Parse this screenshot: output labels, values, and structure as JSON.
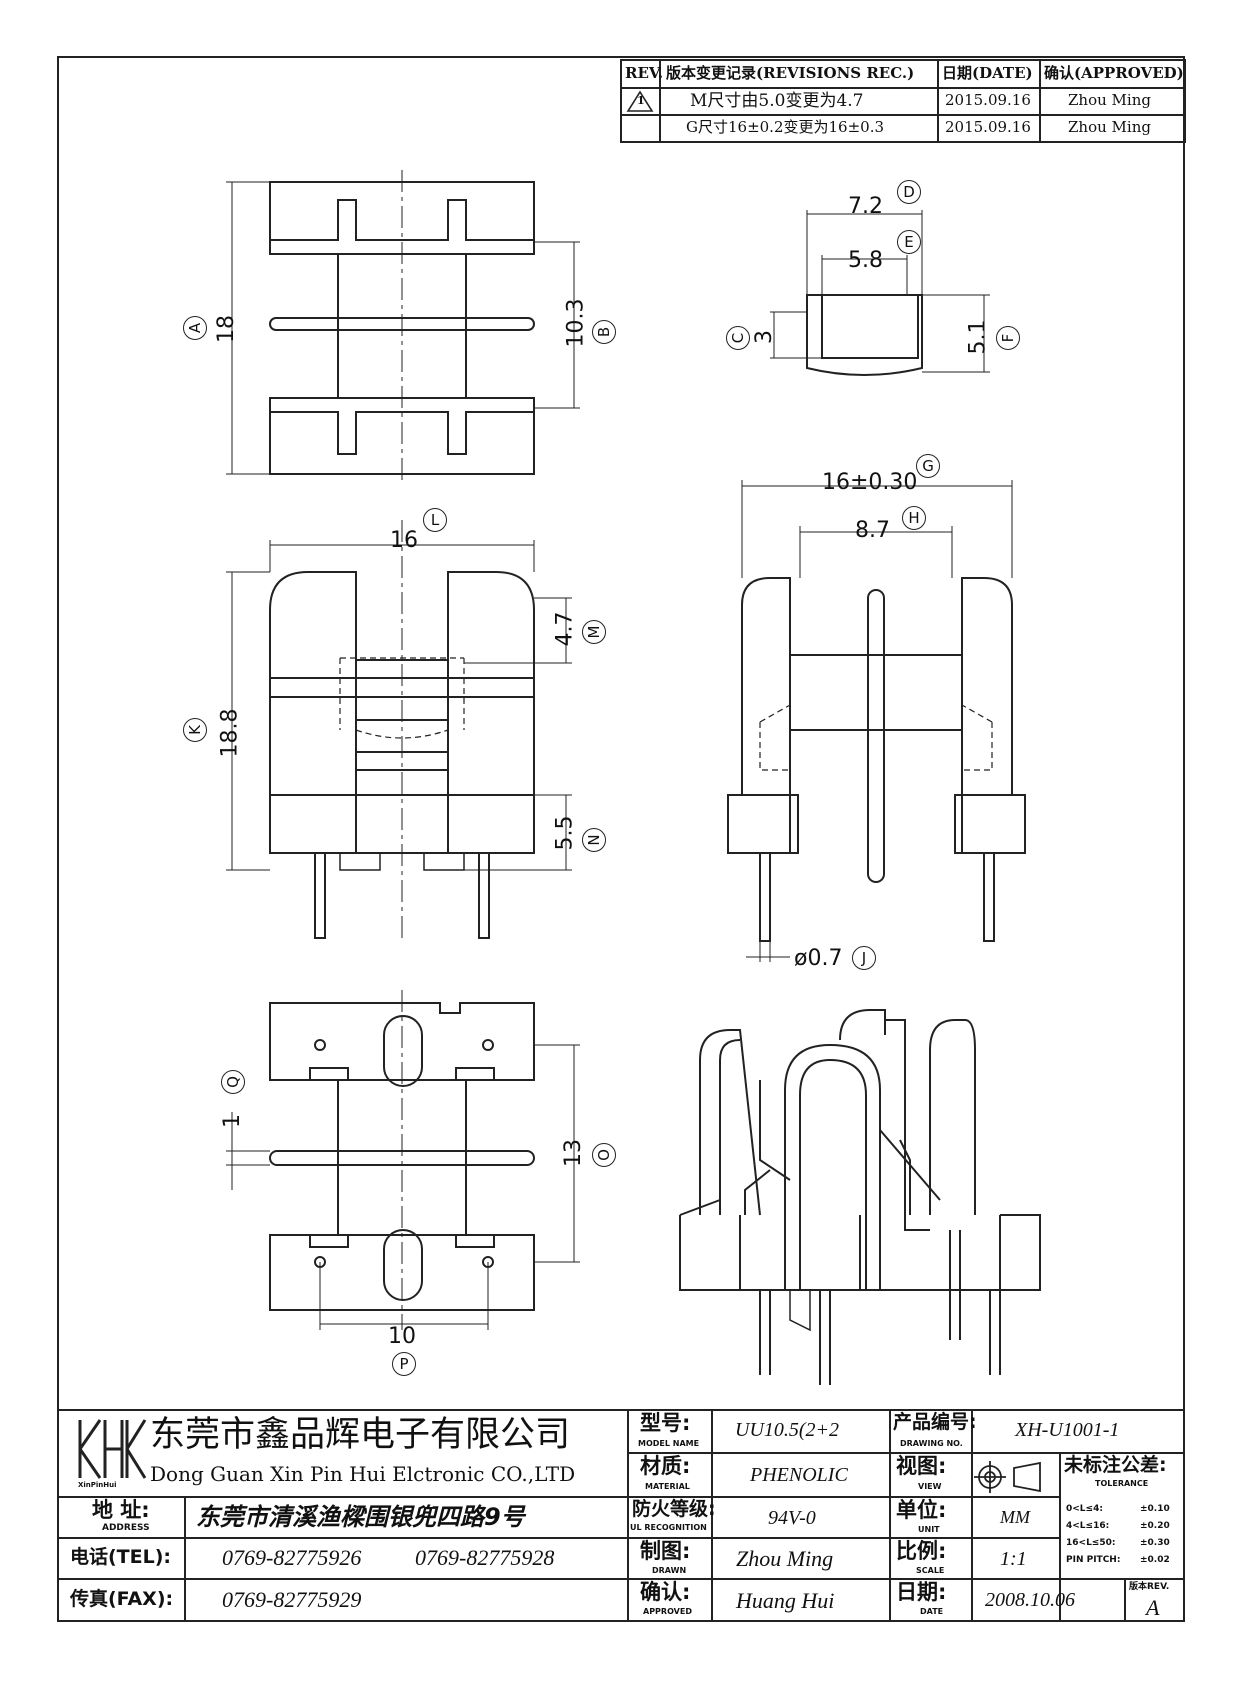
{
  "revisions": {
    "headers": {
      "rev": "REV.",
      "desc": "版本变更记录(REVISIONS REC.)",
      "date": "日期(DATE)",
      "approved": "确认(APPROVED)"
    },
    "rows": [
      {
        "rev": "1",
        "desc": "M尺寸由5.0变更为4.7",
        "date": "2015.09.16",
        "approved": "Zhou Ming"
      },
      {
        "rev": "",
        "desc": "G尺寸16±0.2变更为16±0.3",
        "date": "2015.09.16",
        "approved": "Zhou Ming"
      }
    ]
  },
  "dimensions": {
    "A": {
      "letter": "A",
      "value": "18"
    },
    "B": {
      "letter": "B",
      "value": "10.3"
    },
    "C": {
      "letter": "C",
      "value": "3"
    },
    "D": {
      "letter": "D",
      "value": "7.2"
    },
    "E": {
      "letter": "E",
      "value": "5.8"
    },
    "F": {
      "letter": "F",
      "value": "5.1"
    },
    "G": {
      "letter": "G",
      "value": "16±0.30"
    },
    "H": {
      "letter": "H",
      "value": "8.7"
    },
    "J": {
      "letter": "J",
      "value": "ø0.7"
    },
    "K": {
      "letter": "K",
      "value": "18.8"
    },
    "L": {
      "letter": "L",
      "value": "16"
    },
    "M": {
      "letter": "M",
      "value": "4.7"
    },
    "N": {
      "letter": "N",
      "value": "5.5"
    },
    "O": {
      "letter": "O",
      "value": "13"
    },
    "P": {
      "letter": "P",
      "value": "10"
    },
    "Q": {
      "letter": "Q",
      "value": "1"
    }
  },
  "title_block": {
    "logo_text": "XinPinHui",
    "company_cn": "东莞市鑫品辉电子有限公司",
    "company_en": "Dong Guan Xin Pin Hui Elctronic CO.,LTD",
    "address": {
      "label_cn": "地  址:",
      "label_en": "ADDRESS",
      "value": "东莞市清溪渔樑围银兜四路9号"
    },
    "tel": {
      "label": "电话(TEL):",
      "value1": "0769-82775926",
      "value2": "0769-82775928"
    },
    "fax": {
      "label": "传真(FAX):",
      "value": "0769-82775929"
    },
    "model": {
      "label_cn": "型号:",
      "label_en": "MODEL NAME",
      "value": "UU10.5(2+2"
    },
    "material": {
      "label_cn": "材质:",
      "label_en": "MATERIAL",
      "value": "PHENOLIC"
    },
    "ul": {
      "label_cn": "防火等级:",
      "label_en": "UL RECOGNITION",
      "value": "94V-0"
    },
    "drawn": {
      "label_cn": "制图:",
      "label_en": "DRAWN",
      "value": "Zhou Ming"
    },
    "approved": {
      "label_cn": "确认:",
      "label_en": "APPROVED",
      "value": "Huang Hui"
    },
    "drawing_no": {
      "label_cn": "产品编号:",
      "label_en": "DRAWING NO.",
      "value": "XH-U1001-1"
    },
    "view": {
      "label_cn": "视图:",
      "label_en": "VIEW"
    },
    "unit": {
      "label_cn": "单位:",
      "label_en": "UNIT",
      "value": "MM"
    },
    "scale": {
      "label_cn": "比例:",
      "label_en": "SCALE",
      "value": "1:1"
    },
    "date": {
      "label_cn": "日期:",
      "label_en": "DATE",
      "value": "2008.10.06"
    },
    "tolerance": {
      "label_cn": "未标注公差:",
      "label_en": "TOLERANCE",
      "rows": [
        {
          "range": "0<L≤4:",
          "tol": "±0.10"
        },
        {
          "range": "4<L≤16:",
          "tol": "±0.20"
        },
        {
          "range": "16<L≤50:",
          "tol": "±0.30"
        },
        {
          "range": "PIN PITCH:",
          "tol": "±0.02"
        }
      ]
    },
    "version": {
      "label": "版本REV.",
      "value": "A"
    }
  }
}
